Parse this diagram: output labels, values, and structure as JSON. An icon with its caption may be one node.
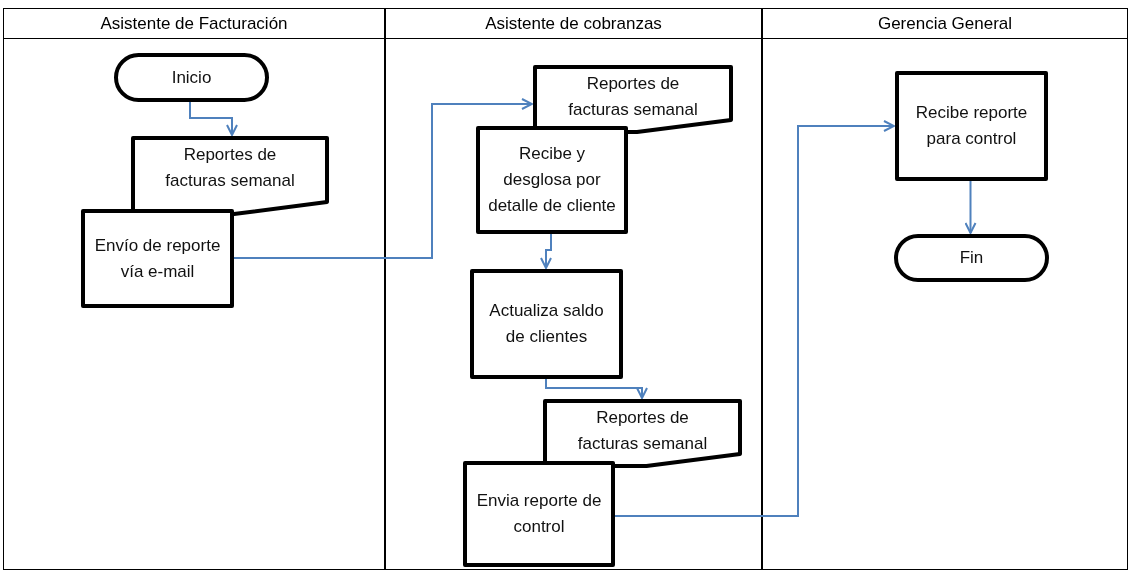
{
  "diagram": {
    "nodes": [
      {
        "text": [
          "Asistente de Facturación"
        ]
      },
      {
        "text": [
          "Inicio"
        ],
        "in": 0
      },
      {
        "text": [
          "Reportes de facturas semanal"
        ],
        "in": 0
      },
      {
        "text": [
          "Envío de reporte vía e-mail"
        ],
        "in": 0
      },
      {
        "text": [
          "Asistente de cobranzas"
        ]
      },
      {
        "text": [
          "Reportes de facturas semanal"
        ],
        "in": 4
      },
      {
        "text": [
          "Recibe y desglosa por detalle de cliente"
        ],
        "in": 4
      },
      {
        "text": [
          "Actualiza saldo de clientes"
        ],
        "in": 4
      },
      {
        "text": [
          "Reportes de facturas semanal"
        ],
        "in": 4
      },
      {
        "text": [
          "Envia reporte de control"
        ],
        "in": 4
      },
      {
        "text": [
          "Gerencia General"
        ]
      },
      {
        "text": [
          "Recibe reporte para control"
        ],
        "in": 10
      },
      {
        "text": [
          "Fin"
        ],
        "in": 10
      }
    ],
    "edges": [
      {
        "from": 1,
        "to": 2,
        "arrow": "to"
      },
      {
        "from": 3,
        "to": 5,
        "arrow": "to"
      },
      {
        "from": 6,
        "to": 7,
        "arrow": "to"
      },
      {
        "from": 7,
        "to": 8,
        "arrow": "to"
      },
      {
        "from": 9,
        "to": 11,
        "arrow": "to"
      },
      {
        "from": 11,
        "to": 12,
        "arrow": "to"
      }
    ]
  }
}
